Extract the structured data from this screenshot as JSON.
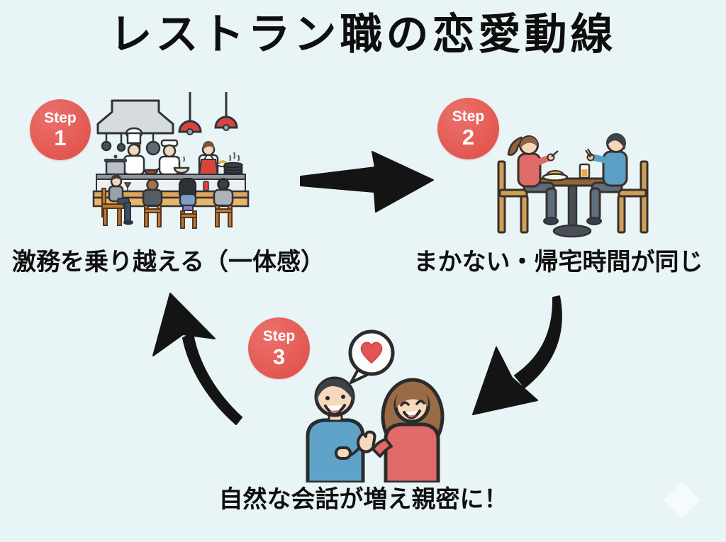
{
  "page": {
    "title": "レストラン職の恋愛動線",
    "background_color": "#e9f4f7",
    "title_color": "#0e0e0e"
  },
  "steps": [
    {
      "label": "Step",
      "number": "1",
      "caption": "激務を乗り越える（一体感）",
      "illustration": "restaurant-kitchen-scene"
    },
    {
      "label": "Step",
      "number": "2",
      "caption": "まかない・帰宅時間が同じ",
      "illustration": "couple-dining-scene"
    },
    {
      "label": "Step",
      "number": "3",
      "caption": "自然な会話が増え親密に！",
      "illustration": "couple-talking-scene"
    }
  ],
  "arrows": [
    {
      "name": "arrow-step1-to-step2",
      "direction": "right"
    },
    {
      "name": "arrow-step2-to-step3",
      "direction": "curved-down-left"
    },
    {
      "name": "arrow-step3-to-step1",
      "direction": "curved-up-left"
    }
  ],
  "icons": [
    "range-hood-icon",
    "hanging-utensils-icon",
    "pendant-lamp-icon",
    "chef-icon",
    "waiter-icon",
    "plate-stack-icon",
    "stock-pot-icon",
    "bar-counter-icon",
    "customer-icon",
    "chair-icon",
    "dining-table-icon",
    "meal-plate-icon",
    "juice-glass-icon",
    "speech-bubble-icon",
    "heart-icon",
    "sparkle-icon"
  ],
  "colors": {
    "badge_red": "#e5615b",
    "badge_text": "#ffffff",
    "arrow_black": "#141414",
    "heart_red": "#e25555",
    "caption_black": "#0f0f0f",
    "accent_red_top": "#e06a68",
    "accent_blue_shirt": "#5b9fc4",
    "hair_brown": "#9a6b47",
    "wood_tan": "#cfa05a"
  }
}
